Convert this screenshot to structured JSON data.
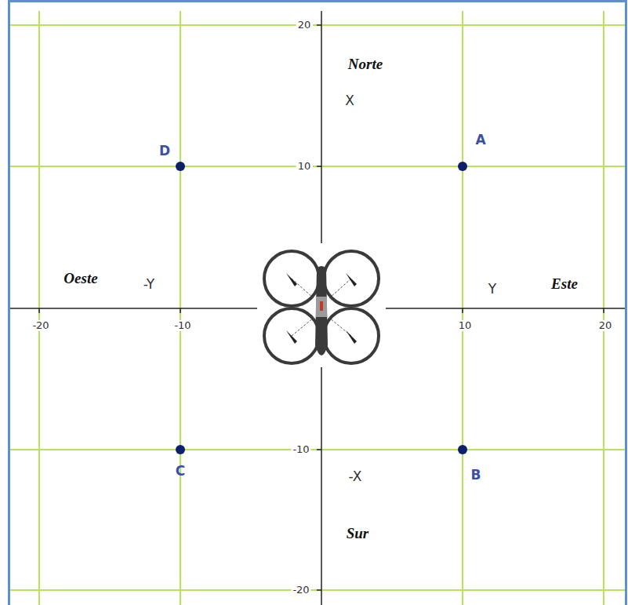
{
  "diagram": {
    "labels": [
      "20",
      "Norte",
      "X",
      "D",
      "A",
      "10",
      "Oeste",
      "-Y",
      "Y",
      "Este",
      "-20",
      "-10",
      "10",
      "20",
      "-10",
      "C",
      "B",
      "-X",
      "Sur",
      "-20"
    ]
  }
}
